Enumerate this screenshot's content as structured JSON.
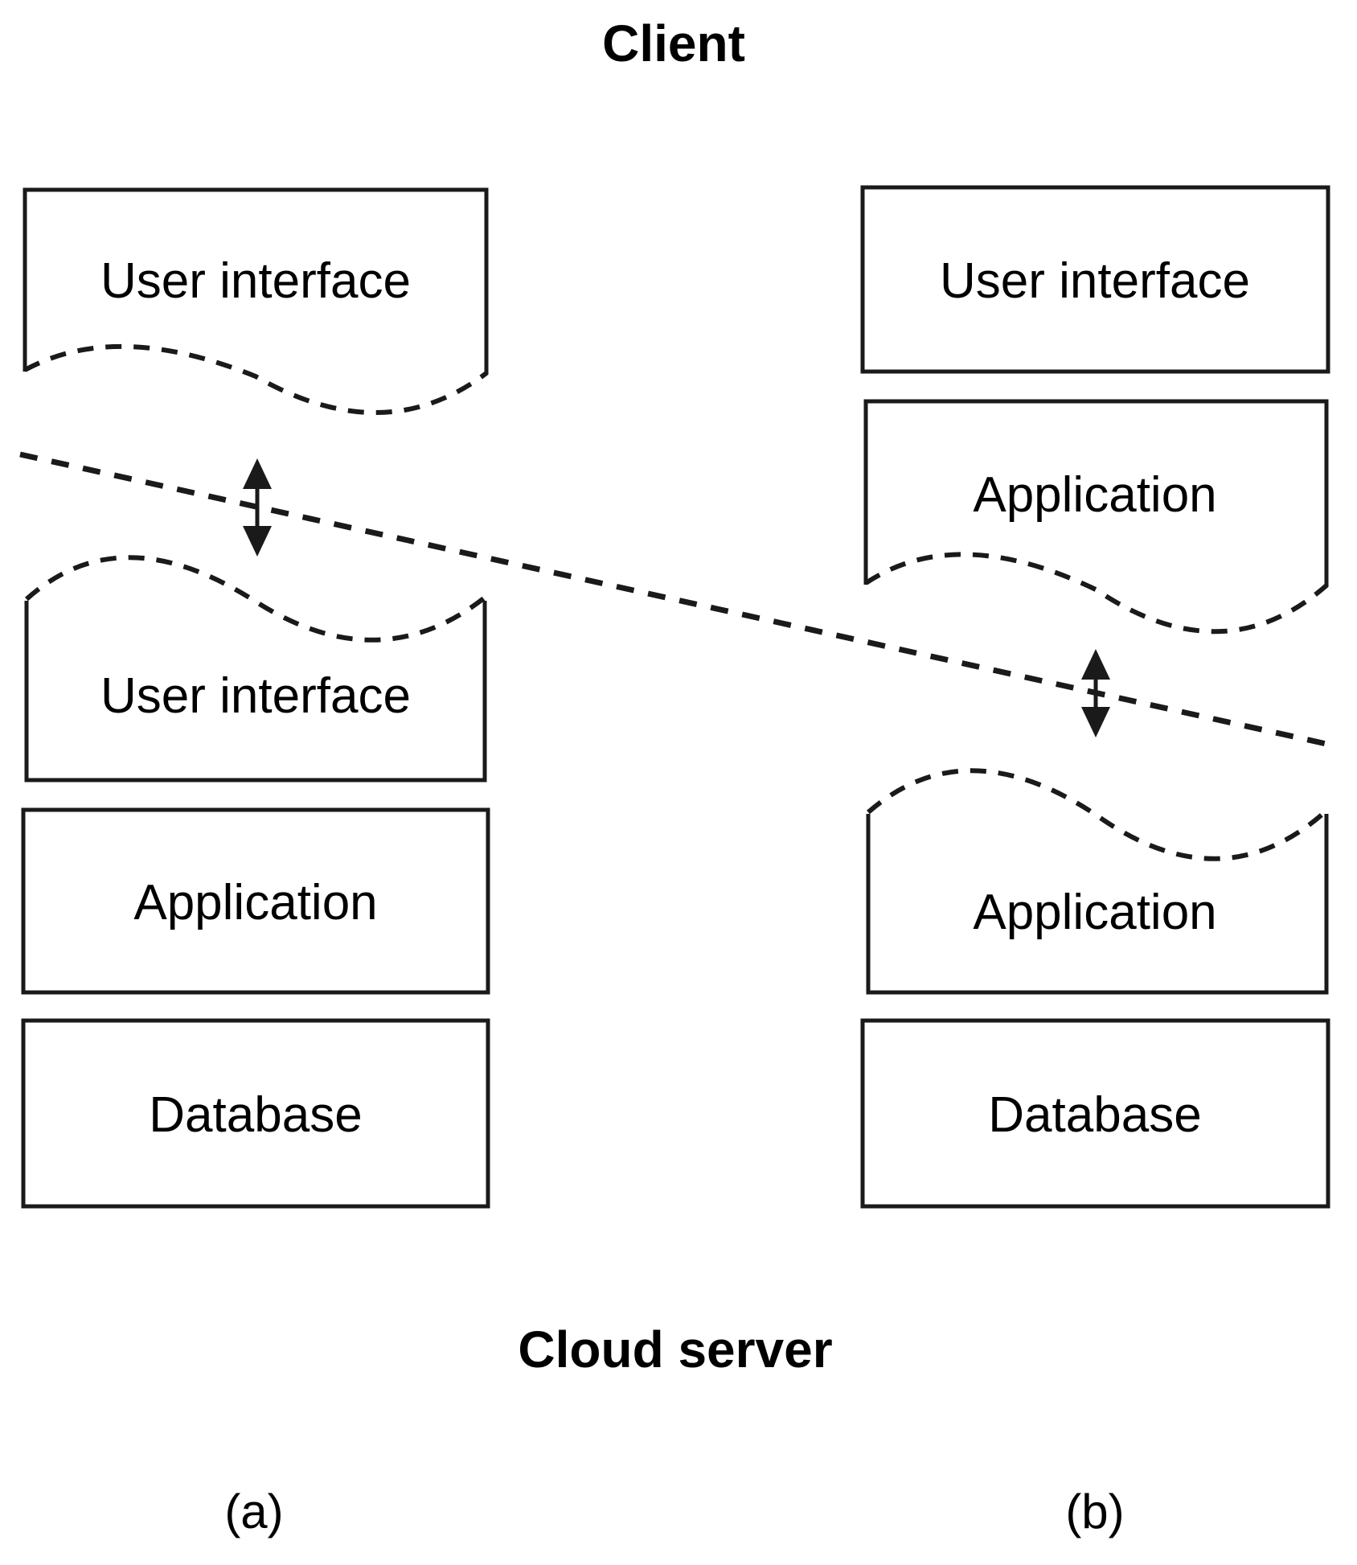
{
  "figure": {
    "client_label": "Client",
    "server_label": "Cloud server",
    "panel_a": {
      "caption": "(a)",
      "ui_client_box": "User interface",
      "ui_server_box": "User interface",
      "application_box": "Application",
      "database_box": "Database"
    },
    "panel_b": {
      "caption": "(b)",
      "ui_client_box": "User interface",
      "application_client_box": "Application",
      "application_server_box": "Application",
      "database_box": "Database"
    },
    "colors": {
      "stroke": "#1a1a1a",
      "text": "#000000",
      "background": "#ffffff"
    }
  }
}
